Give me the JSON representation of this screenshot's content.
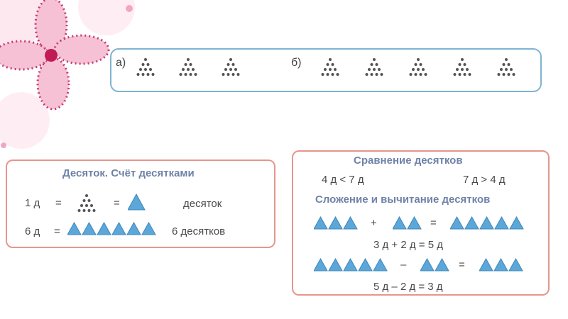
{
  "colors": {
    "triangle": "#5ba7d9",
    "dot": "#555555",
    "box_top_border": "#7fb3d2",
    "box_border": "#e5968d",
    "heading": "#6f82a8",
    "flower": "#f2a6c4"
  },
  "top_box": {
    "label_a": "а)",
    "label_b": "б)",
    "group_a_count": 3,
    "group_b_count": 5
  },
  "left_box": {
    "title": "Десяток. Счёт десятками",
    "row1": {
      "left": "1 д",
      "eq1": "=",
      "eq2": "=",
      "word": "десяток"
    },
    "row2": {
      "left": "6 д",
      "eq": "=",
      "word": "6 десятков",
      "triangle_count": 6
    }
  },
  "right_box": {
    "title1": "Сравнение десятков",
    "cmp_left": "4 д < 7 д",
    "cmp_right": "7 д > 4 д",
    "title2": "Сложение и вычитание десятков",
    "add": {
      "a": 3,
      "b": 2,
      "result": 5,
      "plus": "+",
      "eq": "=",
      "text": "3 д + 2 д = 5 д"
    },
    "sub": {
      "a": 5,
      "b": 2,
      "result": 3,
      "minus": "–",
      "eq": "=",
      "text": "5 д – 2 д = 3 д"
    }
  }
}
